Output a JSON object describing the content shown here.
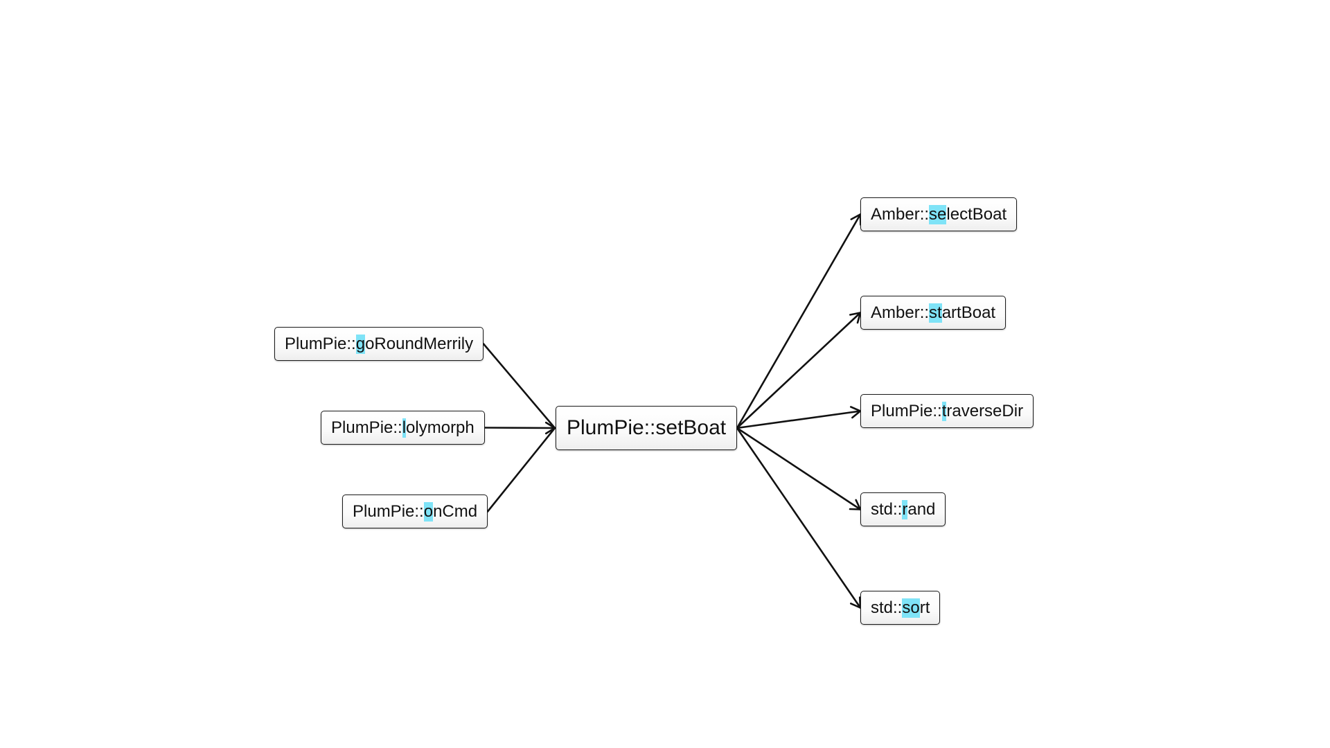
{
  "highlight_color": "#7fe3f7",
  "center": {
    "id": "setBoat",
    "label": "PlumPie::setBoat"
  },
  "callers": [
    {
      "id": "goRoundMerrily",
      "prefix": "PlumPie::",
      "match": "g",
      "rest": "oRoundMerrily"
    },
    {
      "id": "lolymorph",
      "prefix": "PlumPie::",
      "match": "l",
      "rest": "olymorph"
    },
    {
      "id": "onCmd",
      "prefix": "PlumPie::",
      "match": "o",
      "rest": "nCmd"
    }
  ],
  "callees": [
    {
      "id": "selectBoat",
      "prefix": "Amber::",
      "match": "se",
      "rest": "lectBoat"
    },
    {
      "id": "startBoat",
      "prefix": "Amber::",
      "match": "st",
      "rest": "artBoat"
    },
    {
      "id": "traverseDir",
      "prefix": "PlumPie::",
      "match": "t",
      "rest": "raverseDir"
    },
    {
      "id": "rand",
      "prefix": "std::",
      "match": "r",
      "rest": "and"
    },
    {
      "id": "sort",
      "prefix": "std::",
      "match": "so",
      "rest": "rt"
    }
  ]
}
